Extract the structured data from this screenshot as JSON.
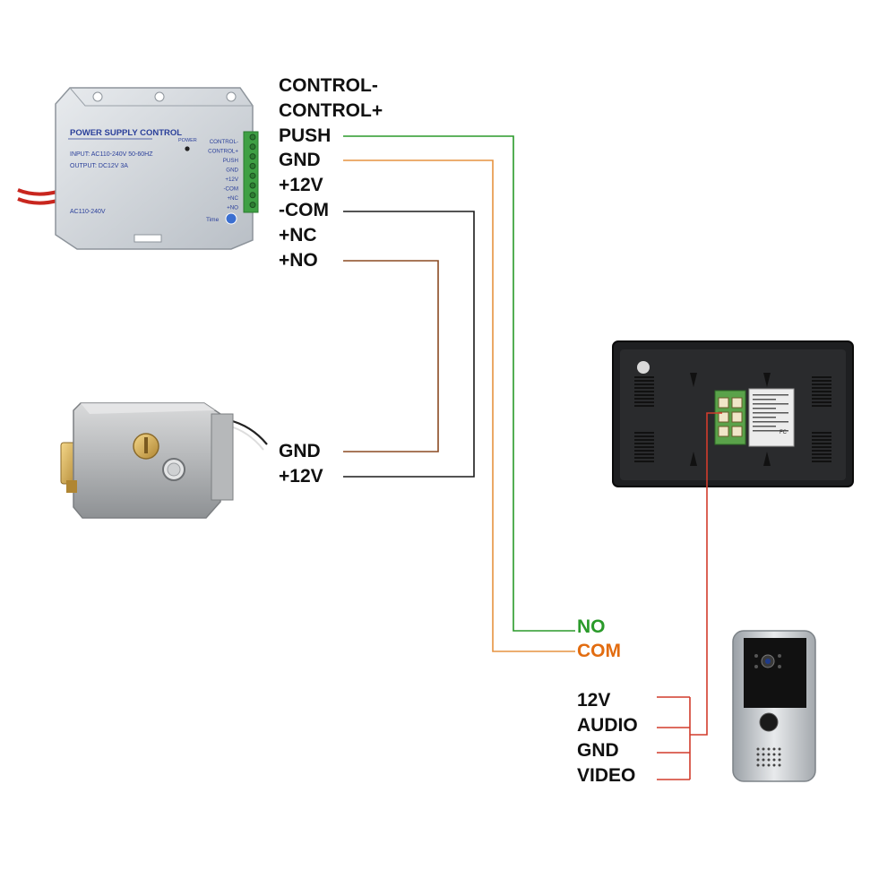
{
  "colors": {
    "push_wire": "#2a9a2a",
    "gnd_wire": "#e69340",
    "com_wire": "#1a1a1a",
    "no_wire": "#8b4a22",
    "lock_12v_wire": "#1a1a1a",
    "intercom_wire": "#d23c2c",
    "no_label": "#2a9a2a",
    "com_label": "#e26c10",
    "text": "#111111"
  },
  "power_supply": {
    "title": "POWER SUPPLY CONTROL",
    "input_spec": "INPUT: AC110-240V 50-60HZ",
    "output_spec": "OUTPUT: DC12V  3A",
    "ac_label": "AC110-240V",
    "power_led_label": "POWER",
    "time_label": "Time",
    "panel_terminals": [
      "CONTROL-",
      "CONTROL+",
      "PUSH",
      "GND",
      "+12V",
      "-COM",
      "+NC",
      "+NO"
    ]
  },
  "terminal_labels": [
    "CONTROL-",
    "CONTROL+",
    "PUSH",
    "GND",
    "+12V",
    "-COM",
    "+NC",
    "+NO"
  ],
  "lock_labels": [
    "GND",
    "+12V"
  ],
  "monitor": {
    "back_label": "FC"
  },
  "doorbell_labels": {
    "no": "NO",
    "com": "COM"
  },
  "intercom_labels": [
    "12V",
    "AUDIO",
    "GND",
    "VIDEO"
  ]
}
